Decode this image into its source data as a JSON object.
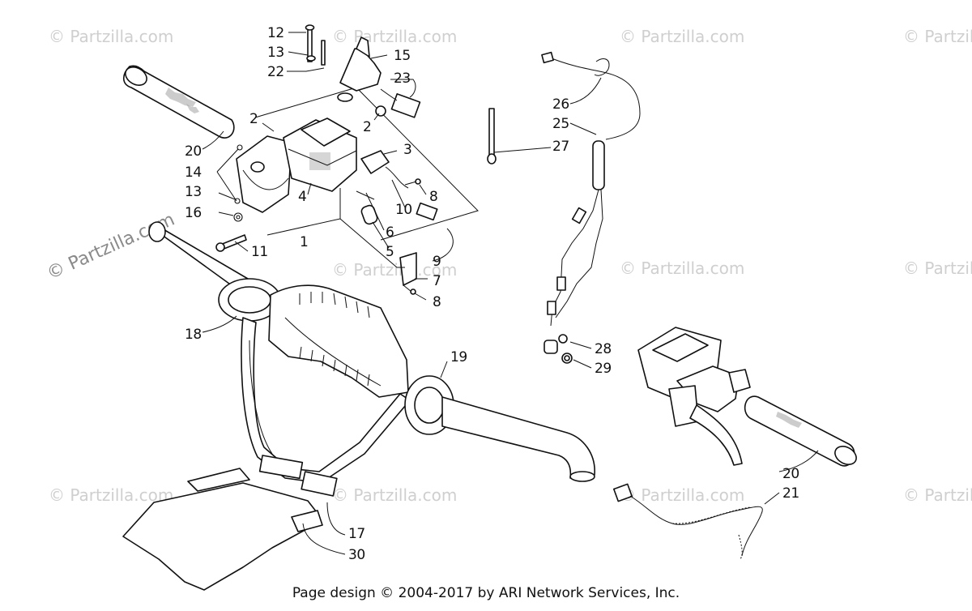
{
  "diagram": {
    "footer": "Page design © 2004-2017 by ARI Network Services, Inc.",
    "watermarks": {
      "primary": "© Partzilla.com",
      "faded": "© Partzilla.com"
    },
    "callouts": [
      {
        "id": "c12",
        "label": "12"
      },
      {
        "id": "c13a",
        "label": "13"
      },
      {
        "id": "c22",
        "label": "22"
      },
      {
        "id": "c15",
        "label": "15"
      },
      {
        "id": "c23",
        "label": "23"
      },
      {
        "id": "c2a",
        "label": "2"
      },
      {
        "id": "c2b",
        "label": "2"
      },
      {
        "id": "c3",
        "label": "3"
      },
      {
        "id": "c20a",
        "label": "20"
      },
      {
        "id": "c14",
        "label": "14"
      },
      {
        "id": "c13b",
        "label": "13"
      },
      {
        "id": "c16",
        "label": "16"
      },
      {
        "id": "c4",
        "label": "4"
      },
      {
        "id": "c8a",
        "label": "8"
      },
      {
        "id": "c10",
        "label": "10"
      },
      {
        "id": "c6",
        "label": "6"
      },
      {
        "id": "c5",
        "label": "5"
      },
      {
        "id": "c9",
        "label": "9"
      },
      {
        "id": "c7",
        "label": "7"
      },
      {
        "id": "c8b",
        "label": "8"
      },
      {
        "id": "c1",
        "label": "1"
      },
      {
        "id": "c11",
        "label": "11"
      },
      {
        "id": "c26",
        "label": "26"
      },
      {
        "id": "c25",
        "label": "25"
      },
      {
        "id": "c27",
        "label": "27"
      },
      {
        "id": "c18",
        "label": "18"
      },
      {
        "id": "c19",
        "label": "19"
      },
      {
        "id": "c28",
        "label": "28"
      },
      {
        "id": "c29",
        "label": "29"
      },
      {
        "id": "c20b",
        "label": "20"
      },
      {
        "id": "c21",
        "label": "21"
      },
      {
        "id": "c17",
        "label": "17"
      },
      {
        "id": "c30",
        "label": "30"
      }
    ]
  }
}
